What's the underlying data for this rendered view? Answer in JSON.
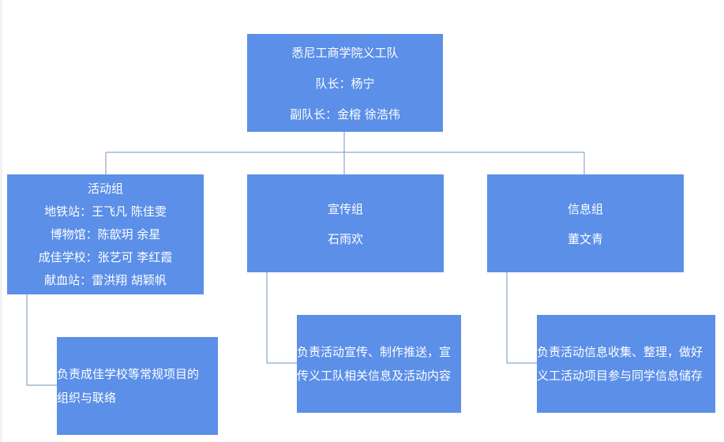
{
  "root": {
    "title": "悉尼工商学院义工队",
    "captain": "队长：杨宁",
    "vice_captain": "副队长：金榕 徐浩伟"
  },
  "groups": [
    {
      "name": "活动组",
      "lines": [
        "地铁站：王飞凡 陈佳雯",
        "博物馆：陈歆玥 余星",
        "成佳学校：张艺可 李红霞",
        "献血站：雷洪翔 胡颖帆"
      ],
      "duty": [
        "负责成佳学校等常规项目的",
        "组织与联络"
      ]
    },
    {
      "name": "宣传组",
      "lines": [
        "石雨欢"
      ],
      "duty": [
        "负责活动宣传、制作推送，宣",
        "传义工队相关信息及活动内容"
      ]
    },
    {
      "name": "信息组",
      "lines": [
        "董文青"
      ],
      "duty": [
        "负责活动信息收集、整理，做好",
        "义工活动项目参与同学信息储存"
      ]
    }
  ],
  "colors": {
    "box_fill": "#5b8fe8",
    "box_text": "#ffffff",
    "connector": "#8da6c9"
  }
}
